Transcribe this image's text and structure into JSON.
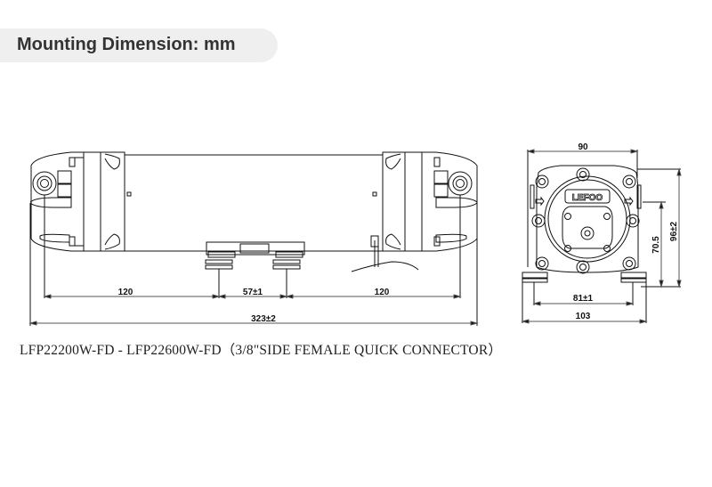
{
  "header": {
    "title": "Mounting Dimension: mm"
  },
  "side_view": {
    "dimensions": {
      "left_offset": "120",
      "foot_spacing": "57±1",
      "right_offset": "120",
      "overall_length": "323±2"
    }
  },
  "front_view": {
    "logo": "LEFOO",
    "dimensions": {
      "width_top": "90",
      "outlet_height": "70.5",
      "overall_height": "96±2",
      "foot_spacing": "81±1",
      "base_width": "103"
    }
  },
  "caption": "LFP22200W-FD - LFP22600W-FD（3/8\"SIDE FEMALE QUICK CONNECTOR）",
  "colors": {
    "line": "#111111",
    "pill_bg": "#efefef",
    "title_text": "#333333"
  }
}
